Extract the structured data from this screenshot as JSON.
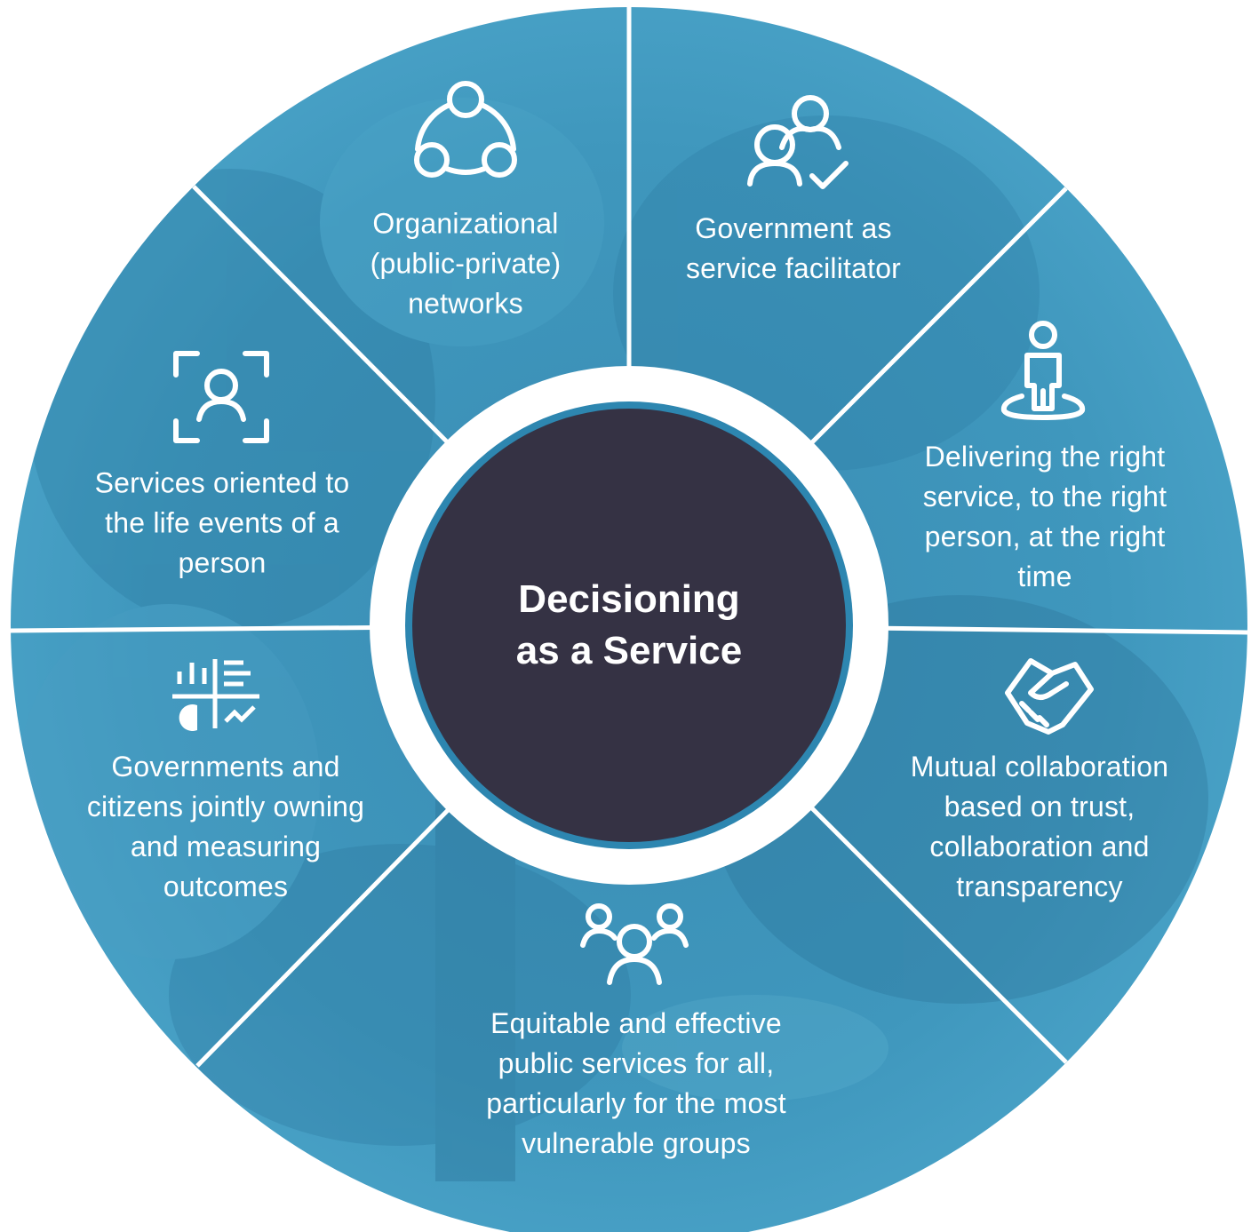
{
  "center": {
    "title_line1": "Decisioning",
    "title_line2": "as a Service"
  },
  "segments": [
    {
      "icon": "network-nodes-icon",
      "lines": [
        "Organizational",
        "(public-private)",
        "networks"
      ]
    },
    {
      "icon": "people-check-icon",
      "lines": [
        "Government as",
        "service facilitator"
      ]
    },
    {
      "icon": "person-location-icon",
      "lines": [
        "Delivering the right",
        "service, to the right",
        "person, at the right",
        "time"
      ]
    },
    {
      "icon": "handshake-icon",
      "lines": [
        "Mutual collaboration",
        "based on trust,",
        "collaboration and",
        "transparency"
      ]
    },
    {
      "icon": "group-icon",
      "lines": [
        "Equitable and effective",
        "public services for all,",
        "particularly for the most",
        "vulnerable groups"
      ]
    },
    {
      "icon": "dashboard-icon",
      "lines": [
        "Governments and",
        "citizens jointly owning",
        "and measuring",
        "outcomes"
      ]
    },
    {
      "icon": "person-focus-icon",
      "lines": [
        "Services oriented to",
        "the life events of a",
        "person"
      ]
    }
  ],
  "colors": {
    "wheel": "#3f97bd",
    "wheel_dark": "#2f7ea4",
    "divider": "#ffffff",
    "center": "#353244",
    "center_ring": "#2d86b0",
    "text": "#ffffff"
  }
}
